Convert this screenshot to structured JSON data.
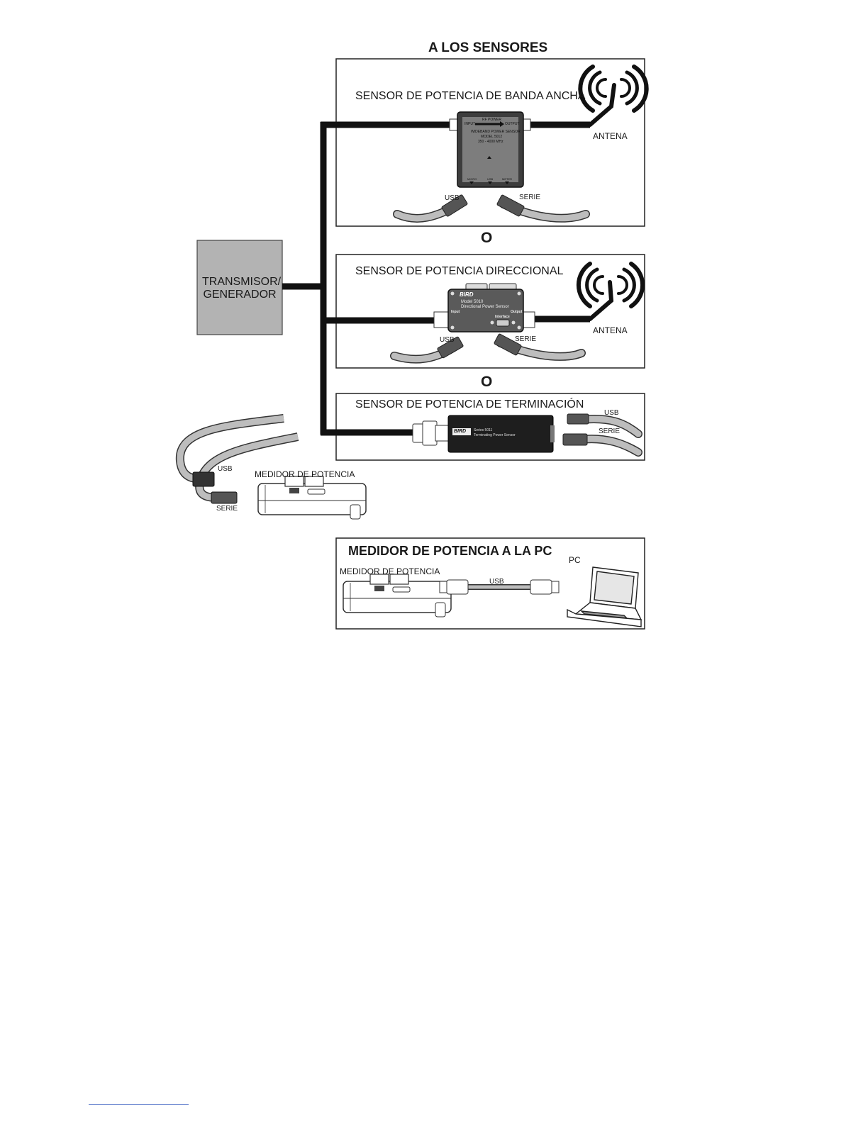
{
  "heading": "A LOS SENSORES",
  "or_word": "O",
  "transmitter": {
    "line1": "TRANSMISOR/",
    "line2": "GENERADOR"
  },
  "panel_wideband": {
    "title": "SENSOR DE POTENCIA DE BANDA ANCHA",
    "antenna": "ANTENA",
    "usb": "USB",
    "serial": "SERIE",
    "device": {
      "top": "RF POWER",
      "input": "INPUT",
      "output": "OUTPUT",
      "name": "WIDEBAND POWER SENSOR",
      "model": "MODEL 5012",
      "range": "350 - 4000 MHz",
      "port1": "MICRO",
      "port2": "USB",
      "port3": "METER"
    }
  },
  "panel_directional": {
    "title": "SENSOR DE POTENCIA DIRECCIONAL",
    "antenna": "ANTENA",
    "usb": "USB",
    "serial": "SERIE",
    "device": {
      "brand": "BIRD",
      "model": "Model 5010",
      "name": "Directional Power Sensor",
      "input": "Input",
      "output": "Output",
      "interface": "Interface"
    }
  },
  "panel_termination": {
    "title": "SENSOR DE POTENCIA DE TERMINACIÓN",
    "usb": "USB",
    "serial": "SERIE",
    "device": {
      "brand": "BIRD",
      "series": "Series 5011",
      "name": "Terminating Power Sensor"
    }
  },
  "meter_left": {
    "label": "MEDIDOR DE POTENCIA",
    "usb": "USB",
    "serial": "SERIE"
  },
  "panel_pc": {
    "title": "MEDIDOR DE POTENCIA A LA PC",
    "meter": "MEDIDOR DE POTENCIA",
    "usb": "USB",
    "pc": "PC"
  },
  "colors": {
    "line": "#111111",
    "box_fill": "#b3b3b3",
    "cable": "#bdbdbd",
    "device_dark": "#222222",
    "device_gray": "#5a5a5a"
  }
}
